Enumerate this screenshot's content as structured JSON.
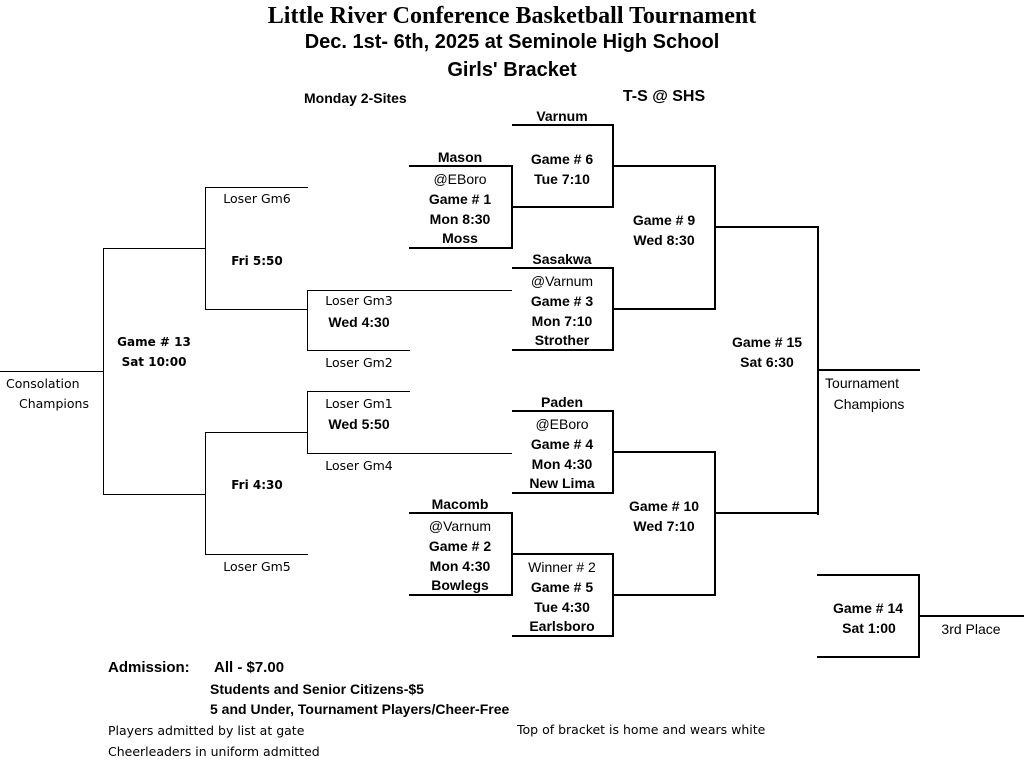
{
  "header": {
    "title": "Little River Conference Basketball Tournament",
    "subtitle": "Dec. 1st- 6th, 2025 at Seminole High School",
    "bracket_name": "Girls' Bracket",
    "monday_note": "Monday 2-Sites",
    "ts_note": "T-S @ SHS"
  },
  "games": {
    "g1": {
      "top": "Mason",
      "site": "@EBoro",
      "label": "Game # 1",
      "time": "Mon 8:30",
      "bottom": "Moss"
    },
    "g2": {
      "top": "Macomb",
      "site": "@Varnum",
      "label": "Game # 2",
      "time": "Mon 4:30",
      "bottom": "Bowlegs"
    },
    "g3": {
      "top": "Sasakwa",
      "site": "@Varnum",
      "label": "Game # 3",
      "time": "Mon 7:10",
      "bottom": "Strother"
    },
    "g4": {
      "top": "Paden",
      "site": "@EBoro",
      "label": "Game # 4",
      "time": "Mon 4:30",
      "bottom": "New Lima"
    },
    "g5": {
      "top": "Winner # 2",
      "label": "Game # 5",
      "time": "Tue 4:30",
      "bottom": "Earlsboro"
    },
    "g6": {
      "top": "Varnum",
      "label": "Game # 6",
      "time": "Tue 7:10"
    },
    "g9": {
      "label": "Game # 9",
      "time": "Wed 8:30"
    },
    "g10": {
      "label": "Game # 10",
      "time": "Wed 7:10"
    },
    "g15": {
      "label": "Game # 15",
      "time": "Sat 6:30"
    },
    "g14": {
      "label": "Game # 14",
      "time": "Sat 1:00"
    }
  },
  "consolation": {
    "loser_gm6": "Loser Gm6",
    "loser_gm3": "Loser Gm3",
    "loser_gm2": "Loser Gm2",
    "loser_gm1": "Loser Gm1",
    "loser_gm4": "Loser Gm4",
    "loser_gm5": "Loser Gm5",
    "wed_430": "Wed 4:30",
    "wed_550": "Wed 5:50",
    "fri_550": "Fri 5:50",
    "fri_430": "Fri 4:30",
    "g13_label": "Game # 13",
    "g13_time": "Sat 10:00",
    "champ_line1": "Consolation",
    "champ_line2": "Champions"
  },
  "results": {
    "tourney_line1": "Tournament",
    "tourney_line2": "Champions",
    "third_place": "3rd Place"
  },
  "footer": {
    "admission_label": "Admission:",
    "admission_all": "All - $7.00",
    "students": "Students and Senior Citizens-$5",
    "under5": "5 and Under, Tournament Players/Cheer-Free",
    "players_note": "Players admitted by list at gate",
    "cheer_note": "Cheerleaders in uniform admitted",
    "home_note": "Top of bracket is home and wears white"
  }
}
